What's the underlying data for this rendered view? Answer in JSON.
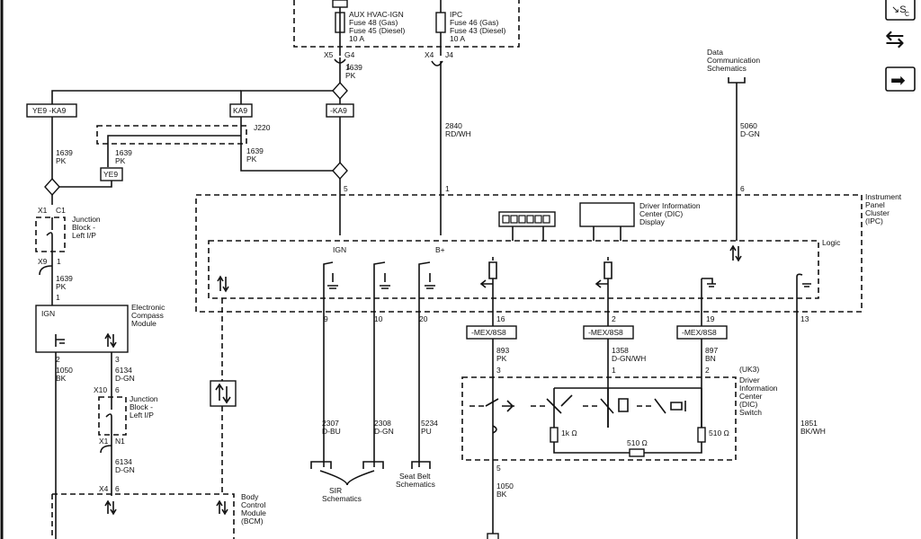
{
  "fuse_block": {
    "aux_hvac": [
      "AUX HVAC-IGN",
      "Fuse 48 (Gas)",
      "Fuse 45 (Diesel)",
      "10 A"
    ],
    "ipc": [
      "IPC",
      "Fuse 46 (Gas)",
      "Fuse 43 (Diesel)",
      "10 A"
    ]
  },
  "connectors": {
    "x5": "X5",
    "g4": "G4",
    "x4_top": "X4",
    "j4": "J4",
    "j220": "J220",
    "x1_c1": [
      "X1",
      "C1"
    ],
    "x9": "X9",
    "x10": "X10",
    "x1_n1": [
      "X1",
      "N1"
    ],
    "x4_bottom": "X4"
  },
  "pins": {
    "g4_down": "1",
    "ipc_5": "5",
    "ipc_1": "1",
    "ipc_6": "6",
    "ipc_9": "9",
    "ipc_10": "10",
    "ipc_20": "20",
    "ipc_16": "16",
    "ipc_2": "2",
    "ipc_19": "19",
    "ipc_13": "13",
    "jb_1": "1",
    "comp_1": "1",
    "comp_2": "2",
    "comp_3": "3",
    "x10_6": "6",
    "bcm_6": "6",
    "sw_3": "3",
    "sw_1": "1",
    "sw_2": "2",
    "sw_5": "5"
  },
  "wires": {
    "w1639_top": [
      "1639",
      "PK"
    ],
    "w1639_left": [
      "1639",
      "PK"
    ],
    "w1639_mid": [
      "1639",
      "PK"
    ],
    "w1639_center": [
      "1639",
      "PK"
    ],
    "w1639_lower": [
      "1639",
      "PK"
    ],
    "w2840": [
      "2840",
      "RD/WH"
    ],
    "w5060": [
      "5060",
      "D-GN"
    ],
    "w1050_top": [
      "1050",
      "BK"
    ],
    "w6134_top": [
      "6134",
      "D-GN"
    ],
    "w6134_bottom": [
      "6134",
      "D-GN"
    ],
    "w2307": [
      "2307",
      "D-BU"
    ],
    "w2308": [
      "2308",
      "D-GN"
    ],
    "w5234": [
      "5234",
      "PU"
    ],
    "w893": [
      "893",
      "PK"
    ],
    "w1358": [
      "1358",
      "D-GN/WH"
    ],
    "w897": [
      "897",
      "BN"
    ],
    "w1851": [
      "1851",
      "BK/WH"
    ],
    "w1050_bottom": [
      "1050",
      "BK"
    ]
  },
  "options": {
    "ye9_ka9": "YE9 -KA9",
    "ka9": "KA9",
    "not_ka9": "-KA9",
    "ye9": "YE9",
    "mex_1": "-MEX/8S8",
    "mex_2": "-MEX/8S8",
    "mex_3": "-MEX/8S8"
  },
  "modules": {
    "junction_block_top": [
      "Junction",
      "Block -",
      "Left I/P"
    ],
    "junction_block_bottom": [
      "Junction",
      "Block -",
      "Left I/P"
    ],
    "compass_name": [
      "Electronic",
      "Compass",
      "Module"
    ],
    "compass_ign": "IGN",
    "ipc_name": [
      "Instrument",
      "Panel",
      "Cluster",
      "(IPC)"
    ],
    "ipc_ign": "IGN",
    "ipc_bplus": "B+",
    "ipc_logic": "Logic",
    "dic_display": [
      "Driver Information",
      "Center (DIC)",
      "Display"
    ],
    "dic_switch_code": "(UK3)",
    "dic_switch": [
      "Driver",
      "Information",
      "Center",
      "(DIC)",
      "Switch"
    ],
    "bcm_name": [
      "Body",
      "Control",
      "Module",
      "(BCM)"
    ],
    "data_comm": [
      "Data",
      "Communication",
      "Schematics"
    ],
    "sir_schematics": [
      "SIR",
      "Schematics"
    ],
    "seat_belt_schematics": [
      "Seat Belt",
      "Schematics"
    ],
    "resistor_1k": "1k Ω",
    "resistor_510_mid": "510 Ω",
    "resistor_510_right": "510 Ω"
  },
  "nav": {
    "legend_glyph": "↘S",
    "legend_sub": "C",
    "back_glyph": "⇆",
    "next_glyph": "➡"
  }
}
